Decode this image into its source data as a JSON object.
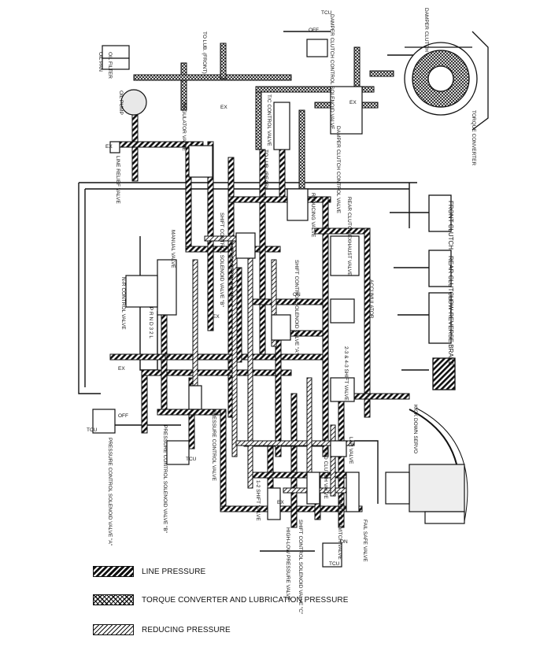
{
  "labels": {
    "oil_filter": "OIL FILTER",
    "oil_pan": "OIL PAN",
    "oil_pump": "OIL PUMP",
    "line_relief_valve": "LINE RELIEF VALVE",
    "regulator_valve": "REGULATOR VALVE",
    "to_lub_front": "TO LUB. (FRONT)",
    "to_lub_rear": "TO LUB. (REAR)",
    "tc_control_valve": "T/C CONTROL VALVE",
    "damper_clutch_solenoid": "DAMPER CLUTCH CONTROL SOLENOID VALVE",
    "damper_clutch": "DAMPER CLUTCH",
    "torque_converter": "TORQUE CONVERTER",
    "damper_clutch_control_valve": "DAMPER CLUTCH CONTROL VALVE",
    "reducing_valve": "REDUCING VALVE",
    "rear_clutch_exhaust_valve": "REAR CLUTCH EXHAUST VALVE",
    "front_clutch": "FRONT CLUTCH",
    "rear_clutch": "REAR CLUTCH",
    "low_reverse_brake": "LOW-REVERSE BRAKE",
    "accumulator": "ACCUMULATOR",
    "shift_valve_238": "2-3 & 4-3 SHIFT VALVE",
    "manual_valve": "MANUAL VALVE",
    "nr_control_valve": "N-R CONTROL VALVE",
    "shift_control_valve": "SHIFT CONTROL VALVE",
    "shift_solenoid_b": "SHIFT CONTROL SOLENOID VALVE \"B\"",
    "shift_solenoid_a": "SHIFT CONTROL SOLENOID VALVE \"A\"",
    "pressure_control_valve": "PRESSURE CONTROL VALVE",
    "pcsv_a": "PRESSURE CONTROL SOLENOID VALVE \"A\"",
    "pcsv_b": "PRESSURE CONTROL SOLENOID VALVE \"B\"",
    "kick_down_servo": "KICK DOWN SERVO",
    "lr_valve": "L&R VALVE",
    "end_clutch_valve": "END CLUTCH VALVE",
    "shift_valve_12": "1-2 SHIFT VALVE",
    "control_switch_valve": "CONTROL SWITCH VALVE",
    "fail_safe_valve": "FAIL SAFE VALVE",
    "shift_control_solenoid_c": "SHIFT CONTROL SOLENOID VALVE \"C\"",
    "high_low_pressure_valve": "HIGH-LOW PRESSURE VALVE",
    "prnd_range": "P R N D 3 2 L",
    "ex": "EX",
    "on": "ON",
    "off": "OFF",
    "tcu": "TCU"
  },
  "legend": [
    {
      "key": "line",
      "label": "LINE PRESSURE"
    },
    {
      "key": "tc",
      "label": "TORQUE CONVERTER AND LUBRICATION PRESSURE"
    },
    {
      "key": "reducing",
      "label": "REDUCING PRESSURE"
    }
  ]
}
